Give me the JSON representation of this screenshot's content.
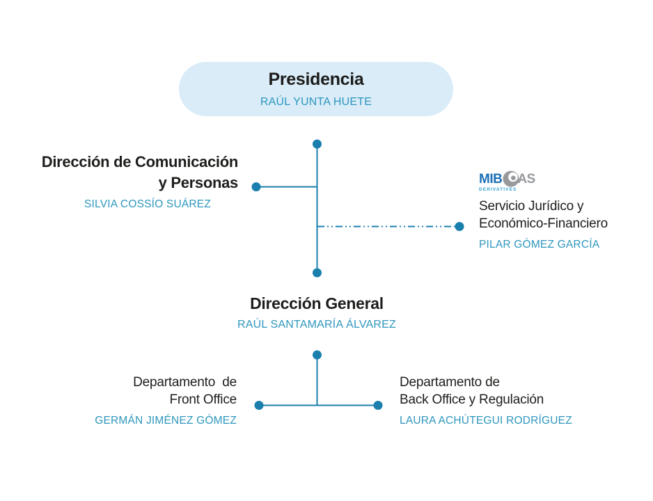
{
  "org_chart": {
    "presidencia": {
      "title": "Presidencia",
      "person": "RAÚL YUNTA HUETE"
    },
    "comunicacion": {
      "title_line1": "Dirección de Comunicación",
      "title_line2": "y Personas",
      "person": "SILVIA COSSÍO SUÁREZ"
    },
    "servicio_juridico": {
      "title_line1": "Servicio Jurídico y",
      "title_line2": "Económico-Financiero",
      "person": "PILAR GÓMEZ GARCÍA"
    },
    "direccion_general": {
      "title": "Dirección General",
      "person": "RAÚL SANTAMARÍA ÁLVAREZ"
    },
    "front_office": {
      "title_line1": "Departamento  de",
      "title_line2": "Front Office",
      "person": "GERMÁN JIMÉNEZ GÓMEZ"
    },
    "back_office": {
      "title_line1": "Departamento de",
      "title_line2": "Back Office y Regulación",
      "person": "LAURA ACHÚTEGUI RODRÍGUEZ"
    }
  },
  "logo": {
    "text_mib": "MIB",
    "text_as": "AS",
    "subtext": "DERIVATIVES"
  },
  "colors": {
    "accent_line": "#1a7fad",
    "person_text": "#2e96bd",
    "title_text": "#1d1d1b",
    "pill_background": "#d9ecf8",
    "logo_blue": "#1c70b7",
    "logo_gray": "#97999c"
  }
}
